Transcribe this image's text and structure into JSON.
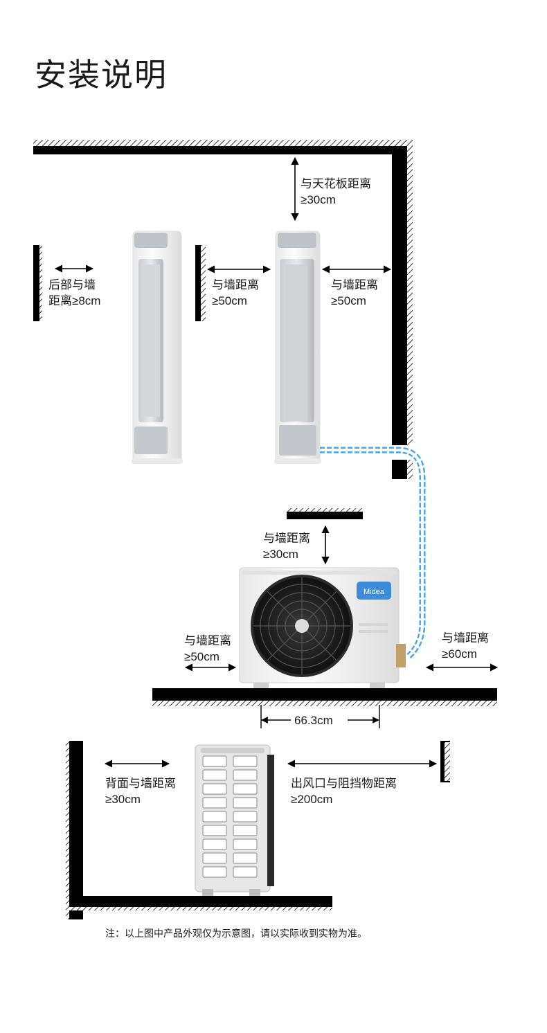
{
  "title": "安装说明",
  "labels": {
    "ceiling": [
      "与天花板距离",
      "≥30cm"
    ],
    "rear_wall": [
      "后部与墙",
      "距离≥8cm"
    ],
    "side_wall_1": [
      "与墙距离",
      "≥50cm"
    ],
    "side_wall_2": [
      "与墙距离",
      "≥50cm"
    ],
    "outdoor_top": [
      "与墙距离",
      "≥30cm"
    ],
    "outdoor_left": [
      "与墙距离",
      "≥50cm"
    ],
    "outdoor_right": [
      "与墙距离",
      "≥60cm"
    ],
    "outdoor_width": "66.3cm",
    "back_wall": [
      "背面与墙距离",
      "≥30cm"
    ],
    "outlet_obstacle": [
      "出风口与阻挡物距离",
      "≥200cm"
    ]
  },
  "brand": "Midea",
  "note": "注：以上图中产品外观仅为示意图，请以实际收到实物为准。",
  "colors": {
    "wall": "#000000",
    "pipe": "#4aa6e8",
    "unit_body": "#f4f4f4",
    "unit_panel": "#b9bcc0"
  },
  "icons": [
    "double-arrow-icon",
    "fan-icon",
    "pipe-icon",
    "midea-logo-icon"
  ]
}
